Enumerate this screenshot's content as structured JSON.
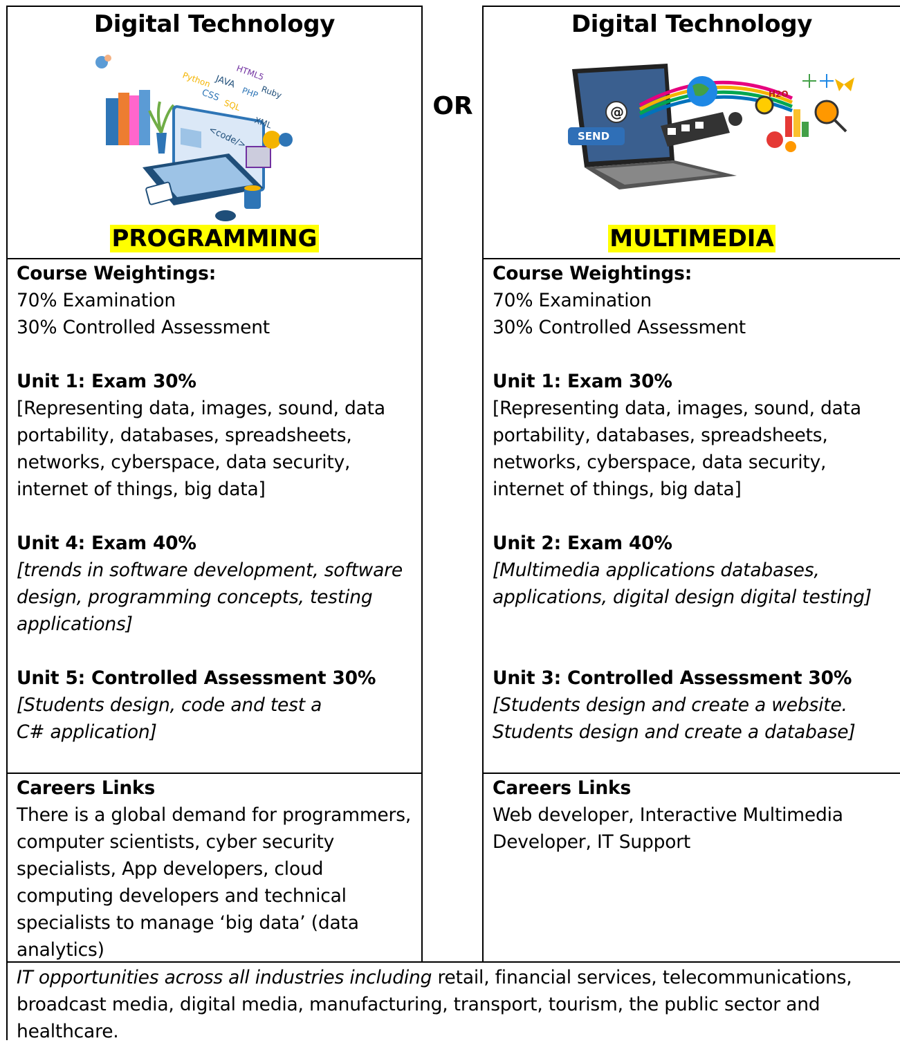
{
  "left": {
    "title": "Digital Technology",
    "subtitle": "PROGRAMMING",
    "image_labels": [
      "Python",
      "JAVA",
      "HTML5",
      "CSS",
      "PHP",
      "Ruby",
      "SQL",
      "XML",
      "<code/>"
    ],
    "weightings_heading": "Course Weightings:",
    "weightings": [
      "70% Examination",
      "30% Controlled Assessment"
    ],
    "unit_a_heading": "Unit 1:  Exam 30%",
    "unit_a_text": "[Representing data, images, sound, data portability, databases, spreadsheets, networks, cyberspace, data security, internet of things, big data]",
    "unit_b_heading": "Unit 4:  Exam 40%",
    "unit_b_text": "[trends in software development, software design, programming concepts, testing applications]",
    "unit_c_heading": "Unit 5:  Controlled Assessment 30%",
    "unit_c_text": "[Students design, code and test a C# application]",
    "careers_heading": "Careers Links",
    "careers_text": "There is a global demand for programmers, computer scientists, cyber security specialists, App developers, cloud computing developers and technical specialists to manage ‘big data’ (data analytics)"
  },
  "or_label": "OR",
  "right": {
    "title": "Digital Technology",
    "subtitle": "MULTIMEDIA",
    "image_labels": [
      "SEND",
      "@",
      "H2O"
    ],
    "weightings_heading": "Course Weightings:",
    "weightings": [
      "70% Examination",
      "30% Controlled Assessment"
    ],
    "unit_a_heading": "Unit 1:  Exam 30%",
    "unit_a_text": "[Representing data, images, sound, data portability, databases, spreadsheets, networks, cyberspace, data security, internet of things, big data]",
    "unit_b_heading": "Unit 2:  Exam 40%",
    "unit_b_text": "[Multimedia applications databases, applications, digital design digital testing]",
    "unit_c_heading": "Unit 3:  Controlled Assessment 30%",
    "unit_c_text": "[Students design and create a website. Students design and create a database]",
    "careers_heading": "Careers Links",
    "careers_text": "Web developer, Interactive Multimedia Developer, IT Support"
  },
  "footer": {
    "italic_text": "IT opportunities across all industries including",
    "text": " retail, financial services, telecommunications, broadcast media, digital media, manufacturing, transport, tourism, the public sector and healthcare."
  },
  "colors": {
    "highlight": "#ffff00",
    "border": "#000000"
  }
}
